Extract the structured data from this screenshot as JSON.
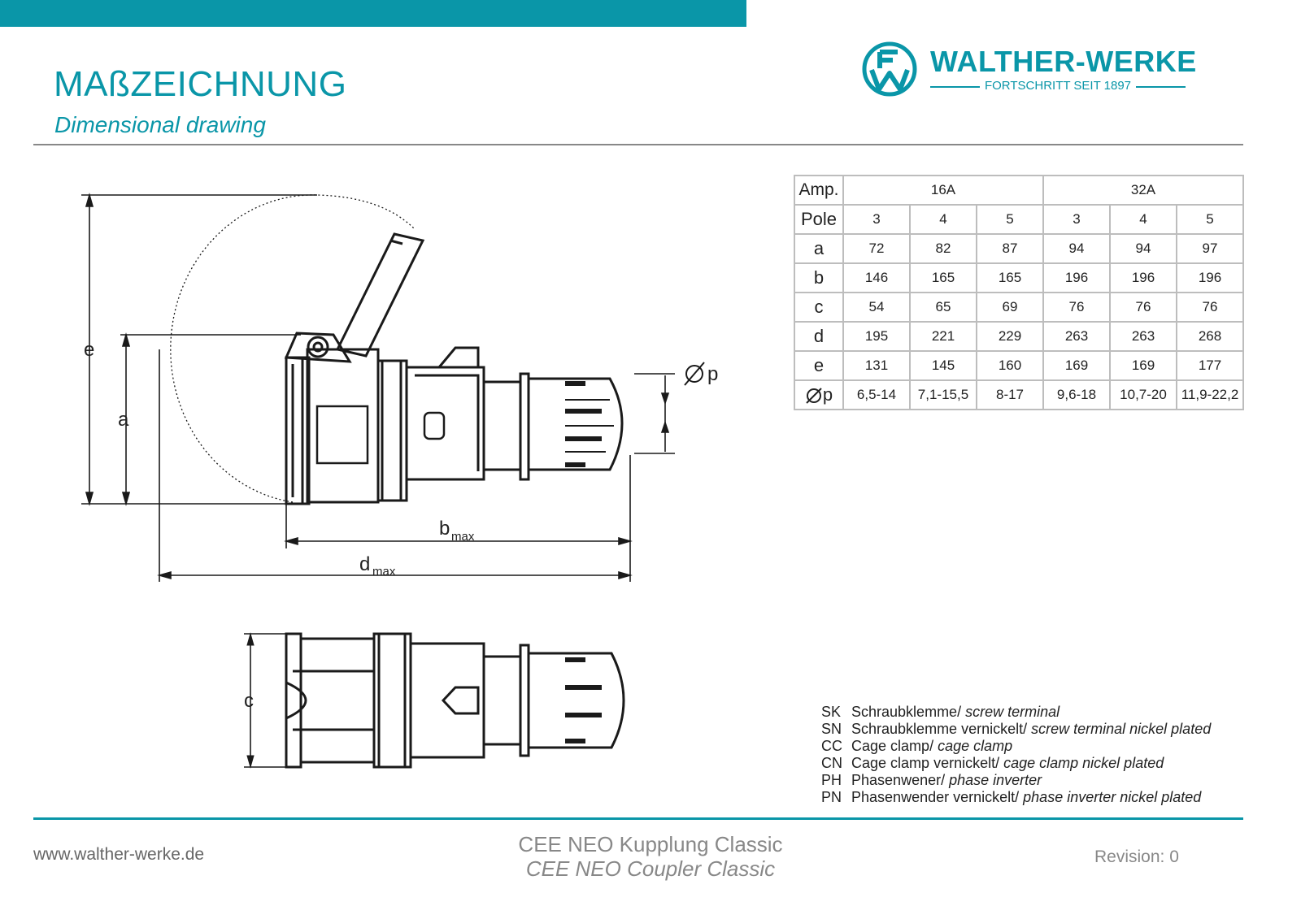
{
  "header": {
    "title_de": "MAßZEICHNUNG",
    "title_en": "Dimensional drawing"
  },
  "logo": {
    "name": "WALTHER-WERKE",
    "tagline": "FORTSCHRITT SEIT 1897",
    "monogram": "FW"
  },
  "drawing_labels": {
    "e": "e",
    "a": "a",
    "b": "b",
    "b_sub": "max",
    "d": "d",
    "d_sub": "max",
    "p": "p",
    "c": "c"
  },
  "table": {
    "amp_label": "Amp.",
    "amp_values": [
      "16A",
      "32A"
    ],
    "pole_label": "Pole",
    "poles": [
      "3",
      "4",
      "5",
      "3",
      "4",
      "5"
    ],
    "rows": [
      {
        "label": "a",
        "values": [
          "72",
          "82",
          "87",
          "94",
          "94",
          "97"
        ]
      },
      {
        "label": "b",
        "values": [
          "146",
          "165",
          "165",
          "196",
          "196",
          "196"
        ]
      },
      {
        "label": "c",
        "values": [
          "54",
          "65",
          "69",
          "76",
          "76",
          "76"
        ]
      },
      {
        "label": "d",
        "values": [
          "195",
          "221",
          "229",
          "263",
          "263",
          "268"
        ]
      },
      {
        "label": "e",
        "values": [
          "131",
          "145",
          "160",
          "169",
          "169",
          "177"
        ]
      },
      {
        "label": "p",
        "values": [
          "6,5-14",
          "7,1-15,5",
          "8-17",
          "9,6-18",
          "10,7-20",
          "11,9-22,2"
        ]
      }
    ]
  },
  "legend": [
    {
      "code": "SK",
      "de": "Schraubklemme/",
      "en": "screw terminal"
    },
    {
      "code": "SN",
      "de": "Schraubklemme vernickelt/",
      "en": "screw terminal nickel plated"
    },
    {
      "code": "CC",
      "de": "Cage clamp/",
      "en": "cage clamp"
    },
    {
      "code": "CN",
      "de": "Cage clamp vernickelt/",
      "en": "cage clamp nickel plated"
    },
    {
      "code": "PH",
      "de": "Phasenwener/",
      "en": "phase inverter"
    },
    {
      "code": "PN",
      "de": "Phasenwender vernickelt/",
      "en": "phase inverter nickel plated"
    }
  ],
  "footer": {
    "url": "www.walther-werke.de",
    "product_de": "CEE NEO Kupplung Classic",
    "product_en": "CEE NEO Coupler Classic",
    "revision": "Revision: 0"
  },
  "colors": {
    "accent": "#0a96a8",
    "rule": "#888888",
    "table_border": "#bdbdbd"
  }
}
